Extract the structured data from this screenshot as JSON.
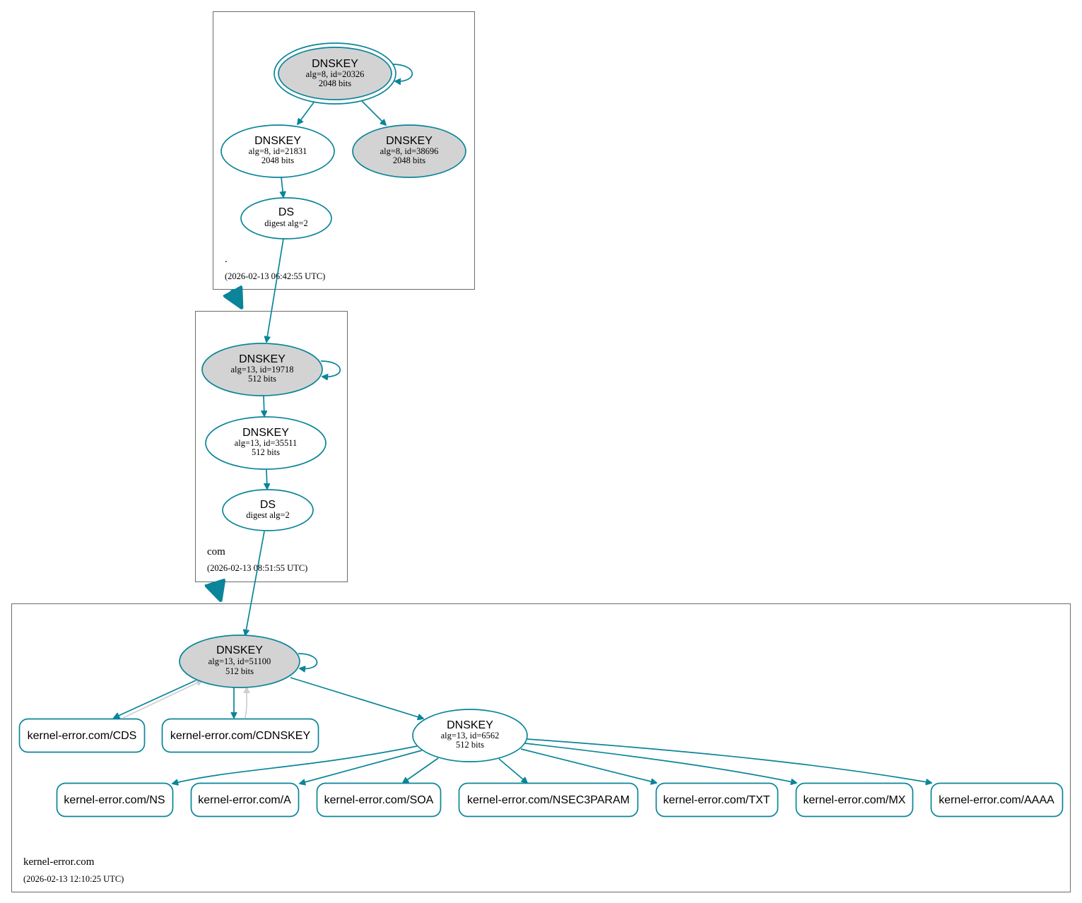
{
  "zones": {
    "root": {
      "name": ".",
      "timestamp": "(2026-02-13 06:42:55 UTC)"
    },
    "com": {
      "name": "com",
      "timestamp": "(2026-02-13 08:51:55 UTC)"
    },
    "kernel": {
      "name": "kernel-error.com",
      "timestamp": "(2026-02-13 12:10:25 UTC)"
    }
  },
  "nodes": {
    "root_ksk": {
      "type": "DNSKEY",
      "detail": "alg=8, id=20326",
      "size": "2048 bits"
    },
    "root_zsk1": {
      "type": "DNSKEY",
      "detail": "alg=8, id=21831",
      "size": "2048 bits"
    },
    "root_zsk2": {
      "type": "DNSKEY",
      "detail": "alg=8, id=38696",
      "size": "2048 bits"
    },
    "root_ds": {
      "type": "DS",
      "detail": "digest alg=2"
    },
    "com_ksk": {
      "type": "DNSKEY",
      "detail": "alg=13, id=19718",
      "size": "512 bits"
    },
    "com_zsk": {
      "type": "DNSKEY",
      "detail": "alg=13, id=35511",
      "size": "512 bits"
    },
    "com_ds": {
      "type": "DS",
      "detail": "digest alg=2"
    },
    "k_ksk": {
      "type": "DNSKEY",
      "detail": "alg=13, id=51100",
      "size": "512 bits"
    },
    "k_zsk": {
      "type": "DNSKEY",
      "detail": "alg=13, id=6562",
      "size": "512 bits"
    }
  },
  "records": {
    "cds": "kernel-error.com/CDS",
    "cdnskey": "kernel-error.com/CDNSKEY",
    "ns": "kernel-error.com/NS",
    "a": "kernel-error.com/A",
    "soa": "kernel-error.com/SOA",
    "nsec3param": "kernel-error.com/NSEC3PARAM",
    "txt": "kernel-error.com/TXT",
    "mx": "kernel-error.com/MX",
    "aaaa": "kernel-error.com/AAAA"
  },
  "colors": {
    "edge": "#0a8599",
    "fill": "#d3d3d3",
    "zone_border": "#6b6b6b",
    "back_edge": "#cfcfcf"
  }
}
